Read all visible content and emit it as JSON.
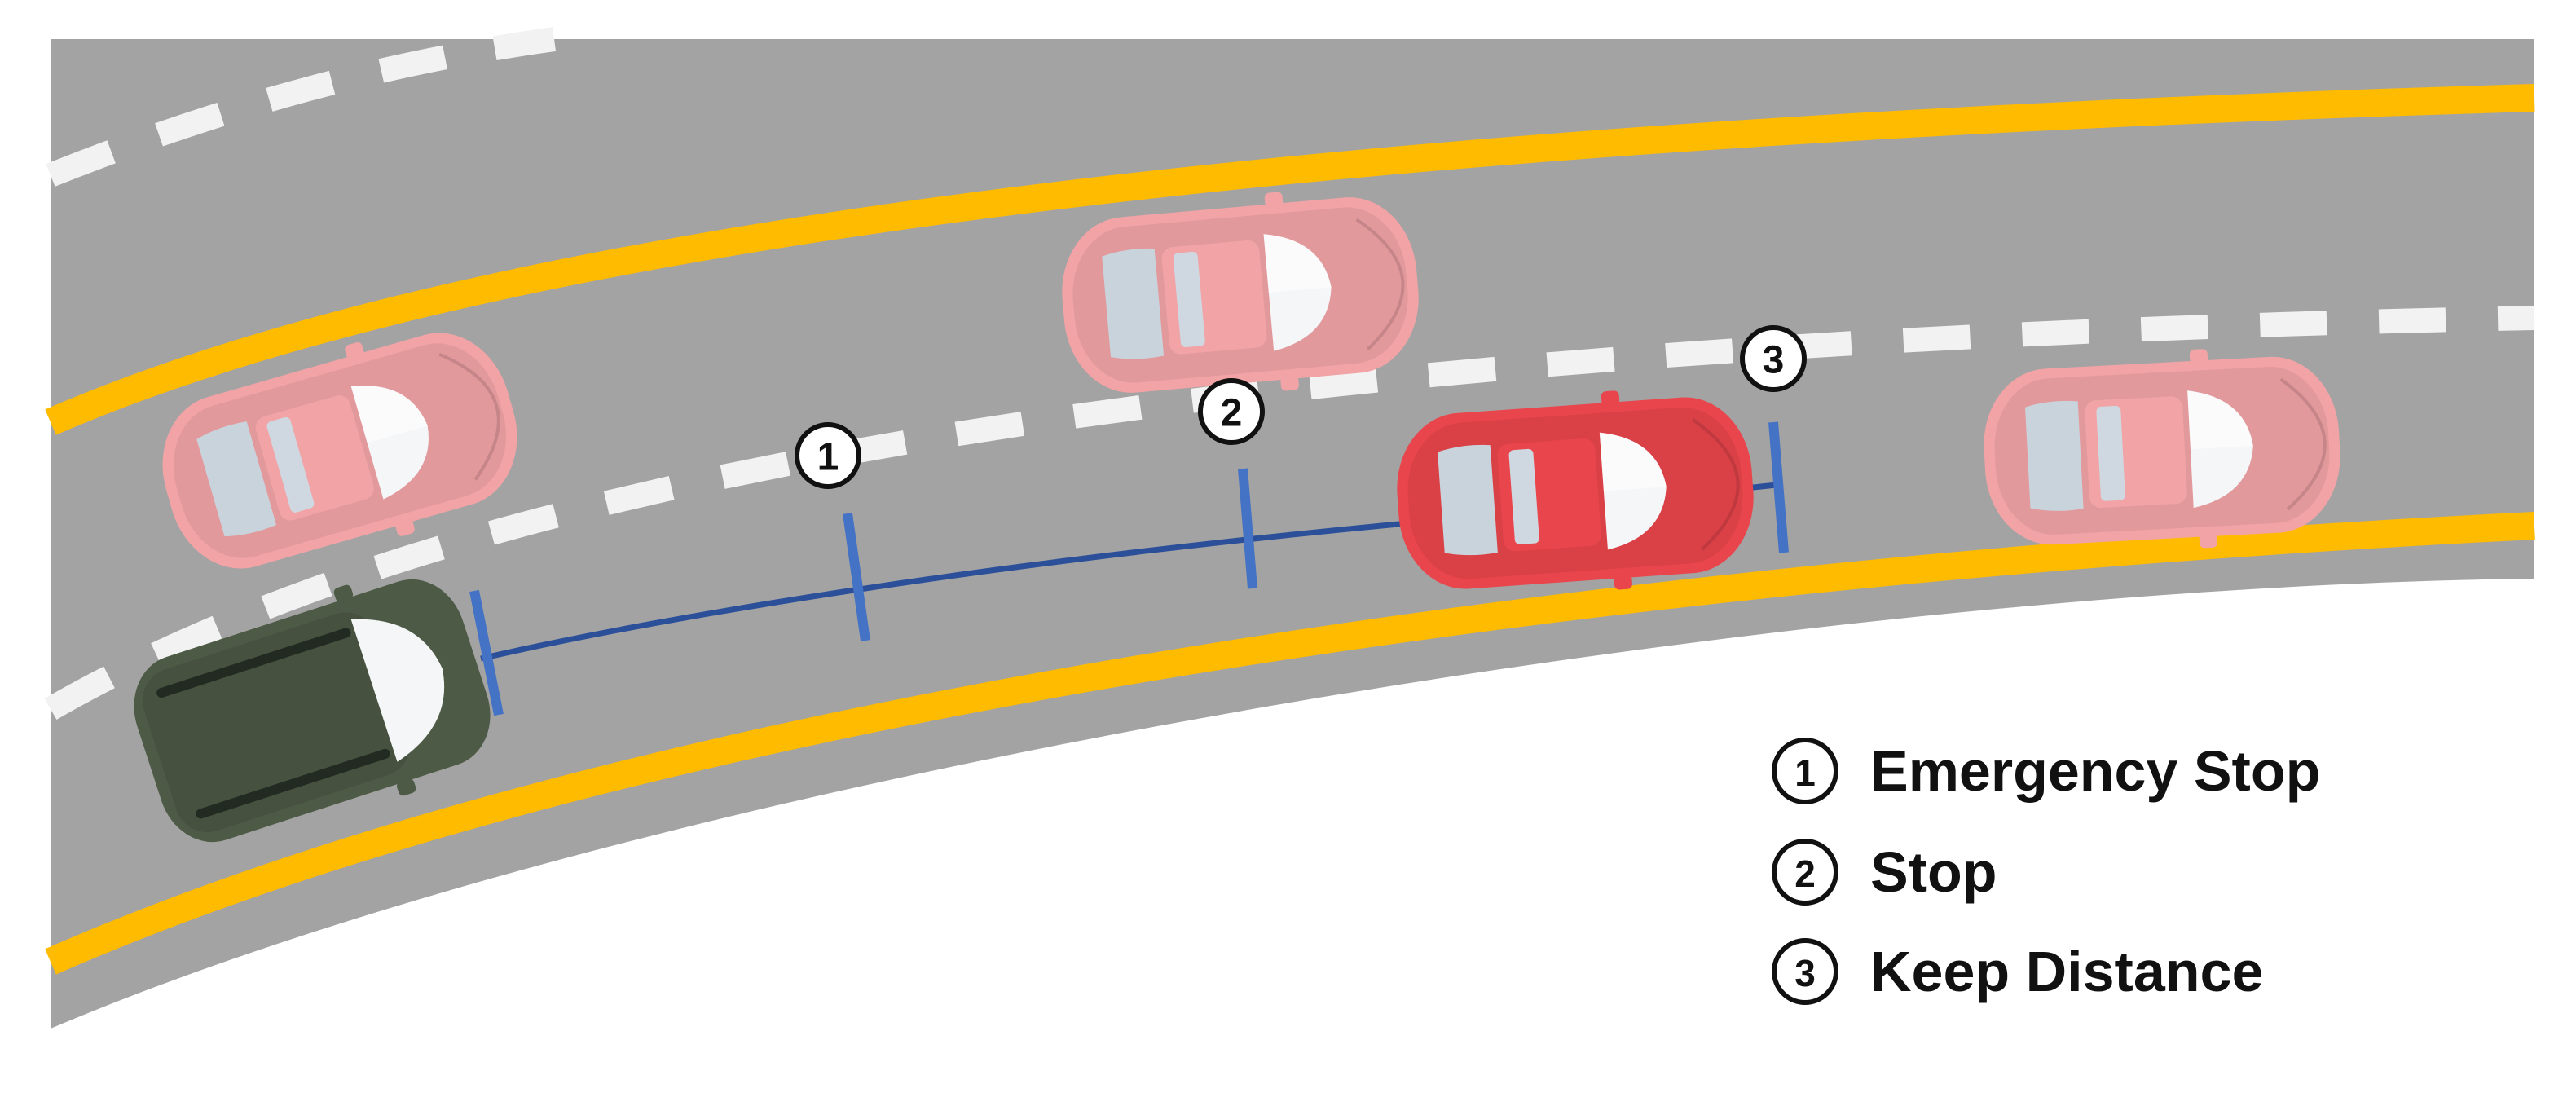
{
  "markers": [
    {
      "number": "1"
    },
    {
      "number": "2"
    },
    {
      "number": "3"
    }
  ],
  "legend": [
    {
      "number": "1",
      "label": "Emergency Stop"
    },
    {
      "number": "2",
      "label": "Stop"
    },
    {
      "number": "3",
      "label": "Keep Distance"
    }
  ],
  "colors": {
    "road": "#a3a3a3",
    "edge_line": "#ffbb00",
    "lane_dash": "#f2f2f2",
    "trajectory": "#2c4f9a",
    "marker_tick": "#4472c4",
    "ego_vehicle": "#4d5a45",
    "lead_vehicle": "#e8464c",
    "other_vehicle": "#f1a3a6"
  },
  "icons": {
    "ego_vehicle": "suv-top-view-icon",
    "lead_vehicle": "sedan-top-view-icon",
    "other_vehicles": "sedan-top-view-icon"
  }
}
